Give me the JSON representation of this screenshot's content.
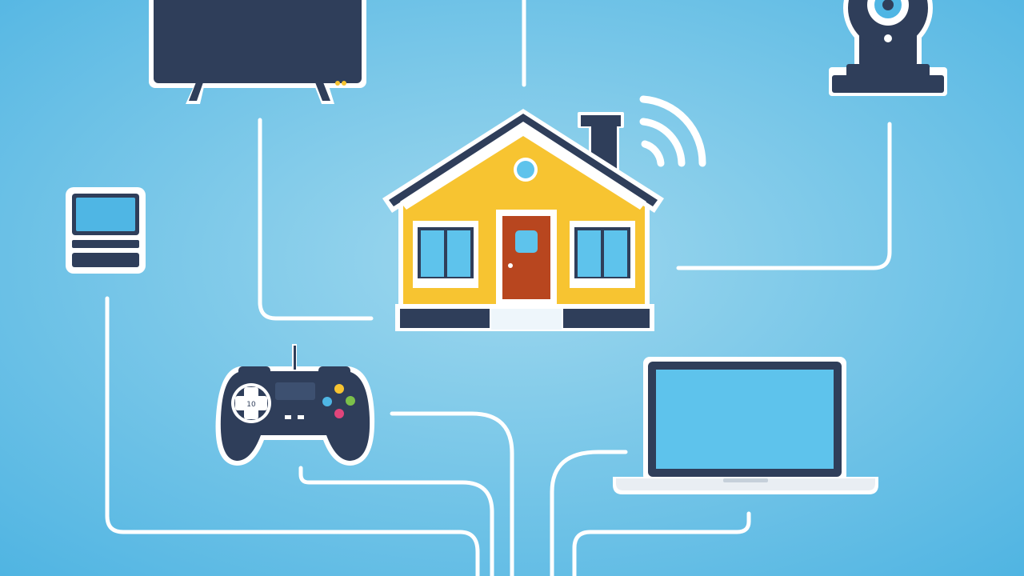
{
  "diagram": {
    "background": {
      "gradient_center": "#9fd8ee",
      "gradient_edge": "#4fb4e2"
    },
    "colors": {
      "line": "#ffffff",
      "navy": "#2f3e5a",
      "house_wall": "#f7c431",
      "door": "#b8461f",
      "window_glass": "#5ec3ec",
      "screen": "#4fb6e4",
      "outline": "#ffffff"
    },
    "hub": {
      "icon": "house-icon",
      "signal_icon": "wifi-signal-icon"
    },
    "devices": [
      {
        "id": "tv",
        "icon": "tv-icon"
      },
      {
        "id": "webcam",
        "icon": "webcam-icon"
      },
      {
        "id": "tablet",
        "icon": "tablet-icon"
      },
      {
        "id": "gamepad",
        "icon": "gamepad-icon",
        "dpad_label": "10"
      },
      {
        "id": "laptop",
        "icon": "laptop-icon"
      }
    ]
  }
}
